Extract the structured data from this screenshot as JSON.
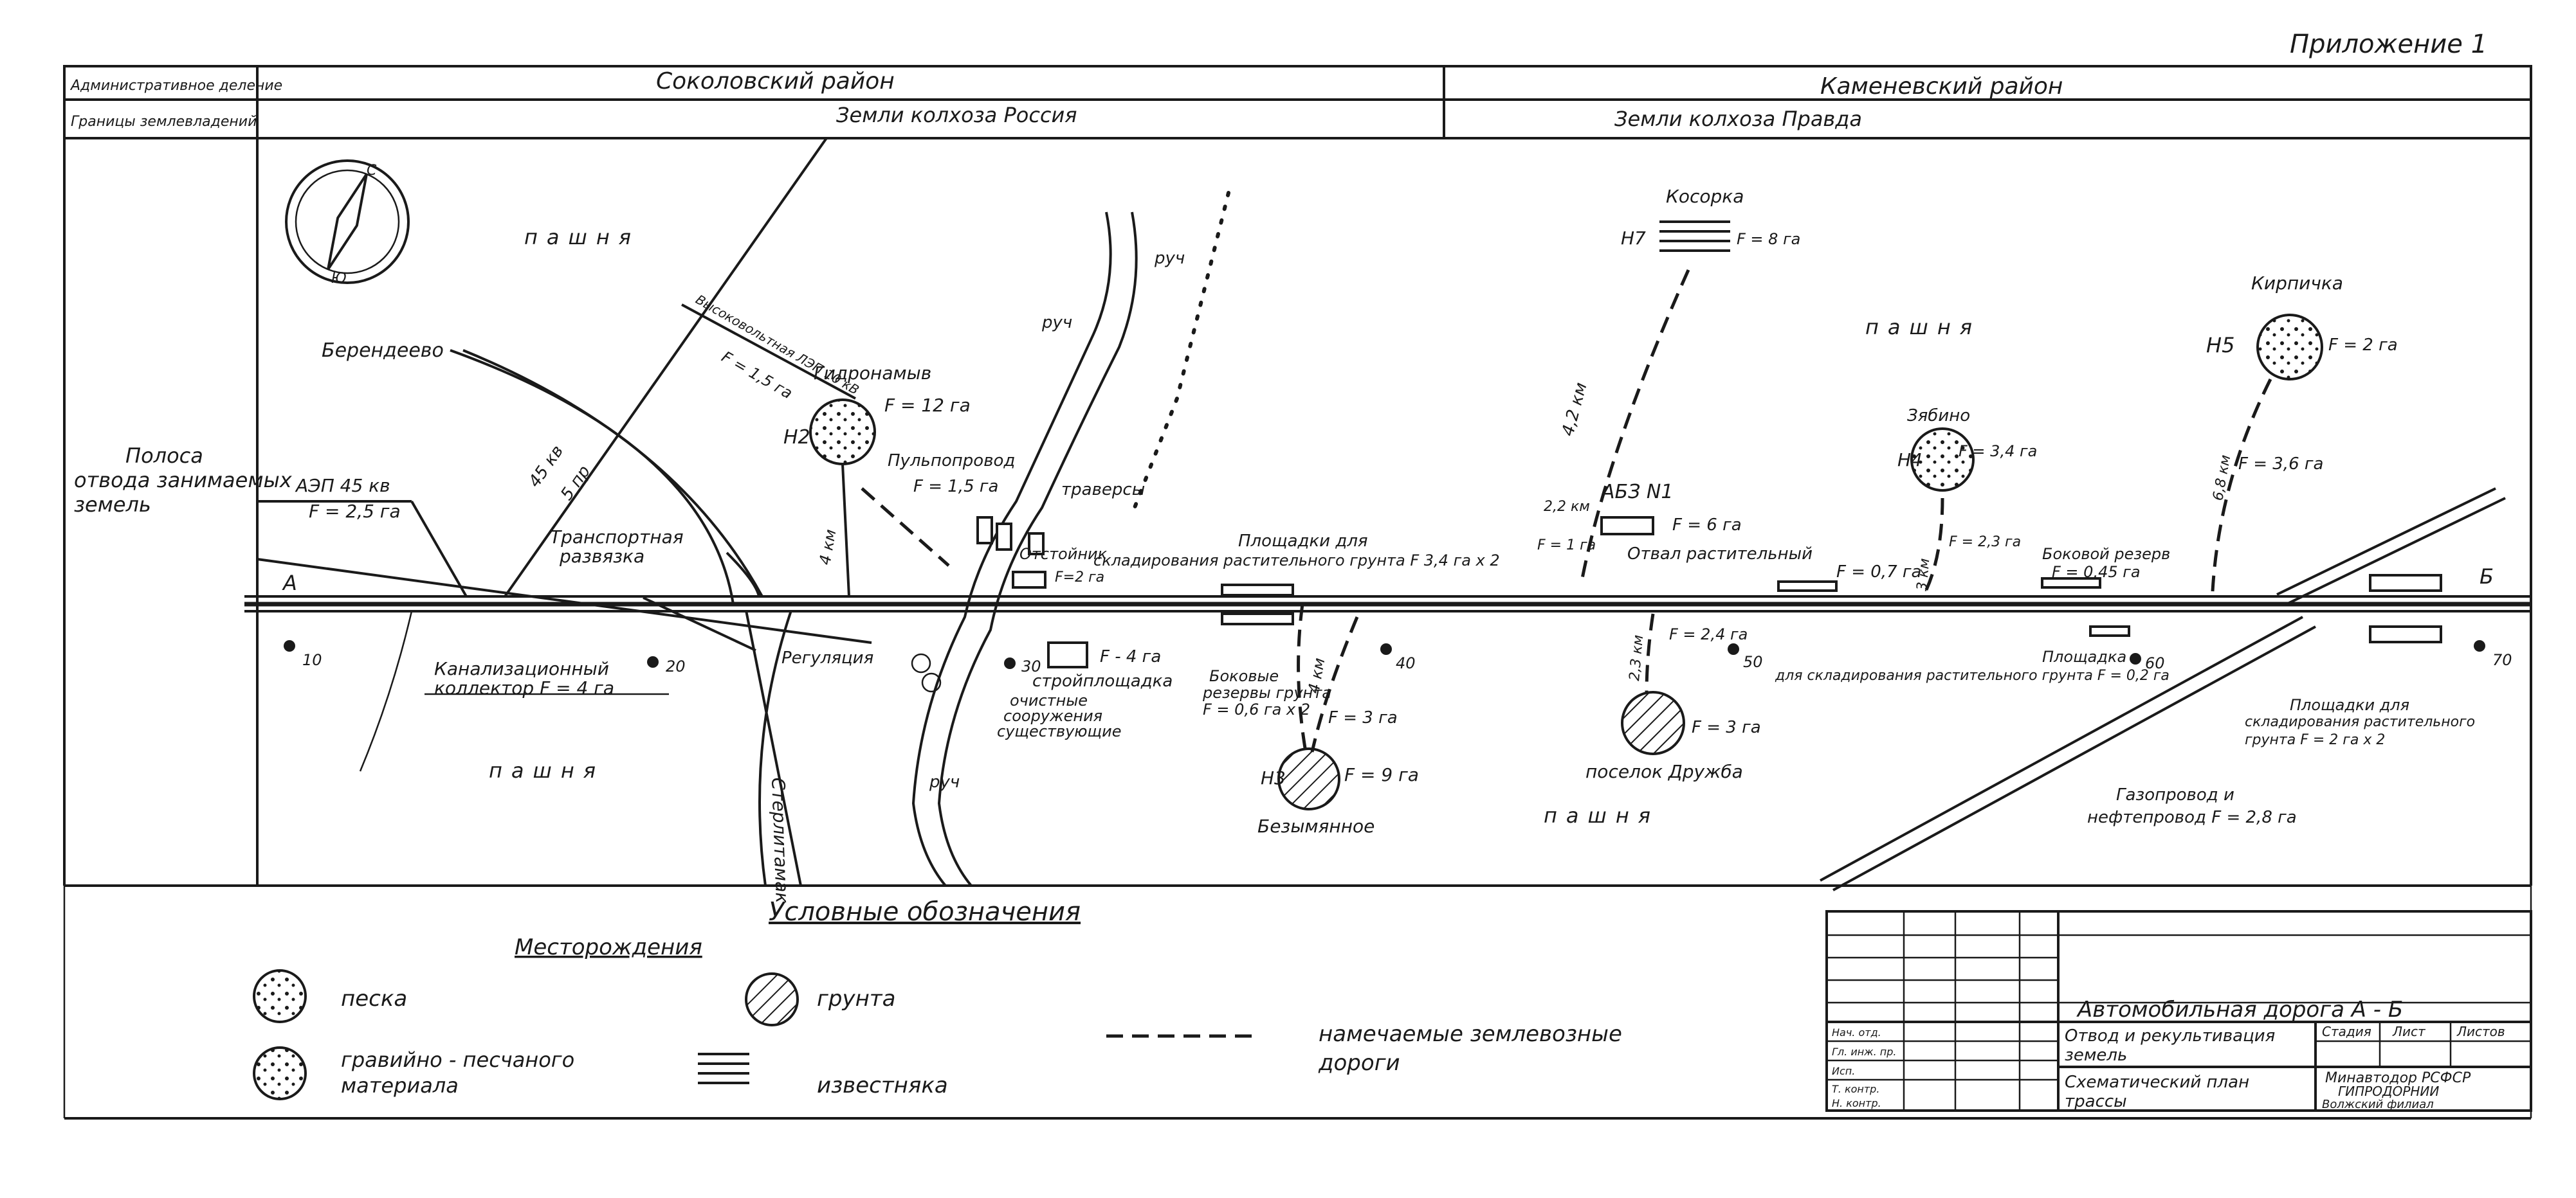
{
  "appendix": "Приложение 1",
  "header": {
    "admin_label": "Административное деление",
    "land_label": "Границы землевладений",
    "district_left": "Соколовский район",
    "district_right": "Каменевский район",
    "lands_left": "Земли колхоза Россия",
    "lands_right": "Земли колхоза Правда"
  },
  "side_label": "Полоса отвода занимаемых земель",
  "compass": {
    "north": "С",
    "south": "Ю"
  },
  "labels": {
    "pashnya_1": "пашня",
    "pashnya_2": "пашня",
    "pashnya_3": "пашня",
    "pashnya_4": "пашня",
    "berendeevo": "Берендеево",
    "vl_45": "45 кв",
    "vl_5pr": "5 пр",
    "aep_45": "АЭП 45 кв",
    "aep_f": "F = 2,5 га",
    "razvyazka_1": "Транспортная",
    "razvyazka_2": "развязка",
    "kanal_1": "Канализационный",
    "kanal_2": "коллектор F = 4 га",
    "vl_10": "Высоковольтная ЛЭП 10 кВ",
    "vl_10_f": "F = 1,5 га",
    "gidronamyv": "Гидронамыв",
    "n2": "Н2",
    "n2_f": "F = 12 га",
    "dist_4km": "4 км",
    "pulpoprovod": "Пульпопровод",
    "pulpoprovod_f": "F = 1,5 га",
    "traversy": "траверсы",
    "regulyaciya": "Регуляция",
    "stroiploshadka": "стройплощадка",
    "f_4ga": "F - 4 га",
    "ochistnye_1": "очистные",
    "ochistnye_2": "сооружения",
    "ochistnye_3": "существующие",
    "ruchei_1": "руч",
    "ruchei_2": "руч",
    "ruchei_3": "руч",
    "otstoi": "Отстойник",
    "otstoi_f": "F=2 га",
    "ploshadki_1": "Площадки для",
    "ploshadki_2": "складирования растительного грунта F 3,4 га х 2",
    "rezervy_1": "Боковые",
    "rezervy_2": "резервы грунта",
    "rezervy_3": "F = 0,6 га х 2",
    "km_4": "4 км",
    "f_3ga": "F = 3 га",
    "n3": "Н3",
    "n3_f": "F = 9 га",
    "bezymyannoe": "Безымянное",
    "pk_10": "10",
    "pk_20": "20",
    "pk_30": "30",
    "pk_40": "40",
    "pk_50": "50",
    "pk_60": "60",
    "pk_70": "70",
    "sterzhnevoe": "Стерлитамак",
    "point_a": "А",
    "point_b": "Б",
    "kosorka": "Косорка",
    "n7": "Н7",
    "n7_f": "F = 8 га",
    "km_42": "4,2 км",
    "abz": "АБЗ N1",
    "abz_f": "F = 6 га",
    "abz_dist": "2,2 км",
    "abz_f2": "F = 1 га",
    "otval": "Отвал растительный",
    "otval_f": "F = 0,7 га",
    "km_23": "2,3 км",
    "f_24": "F = 2,4 га",
    "posyolok_n_f": "F = 3 га",
    "posyolok": "поселок Дружба",
    "zyabino": "Зябино",
    "n4": "Н4",
    "n4_f": "F = 3,4 га",
    "km_3": "3 км",
    "f_23": "F = 2,3 га",
    "bokovoi": "Боковой резерв",
    "bokovoi_f": "F = 0,45 га",
    "ploshadka_1": "Площадка",
    "ploshadka_2": "для складирования растительного грунта F = 0,2 га",
    "kirpichka": "Кирпичка",
    "n5": "Н5",
    "n5_f": "F = 2 га",
    "km_68": "6,8 км",
    "n5_f2": "F = 3,6 га",
    "ploshadki2_1": "Площадки для",
    "ploshadki2_2": "складирования растительного",
    "ploshadki2_3": "грунта F = 2 га х 2",
    "gazoprovod_1": "Газопровод и",
    "gazoprovod_2": "нефтепровод F = 2,8 га"
  },
  "legend": {
    "title": "Условные обозначения",
    "subtitle": "Месторождения",
    "sand": "песка",
    "gravel_1": "гравийно - песчаного",
    "gravel_2": "материала",
    "soil": "грунта",
    "limestone": "известняка",
    "roads_1": "намечаемые землевозные",
    "roads_2": "дороги"
  },
  "stamp": {
    "project": "Автомобильная дорога А - Б",
    "section_1": "Отвод и рекультивация",
    "section_2": "земель",
    "stage": "Стадия",
    "sheet": "Лист",
    "sheets": "Листов",
    "doc_1": "Схематический план",
    "doc_2": "трассы",
    "org_1": "Минавтодор РСФСР",
    "org_2": "ГИПРОДОРНИИ",
    "org_3": "Волжский филиал",
    "role_1": "Нач. отд.",
    "role_2": "Гл. инж. пр.",
    "role_3": "Исп.",
    "role_4": "Т. контр.",
    "role_5": "Н. контр."
  }
}
